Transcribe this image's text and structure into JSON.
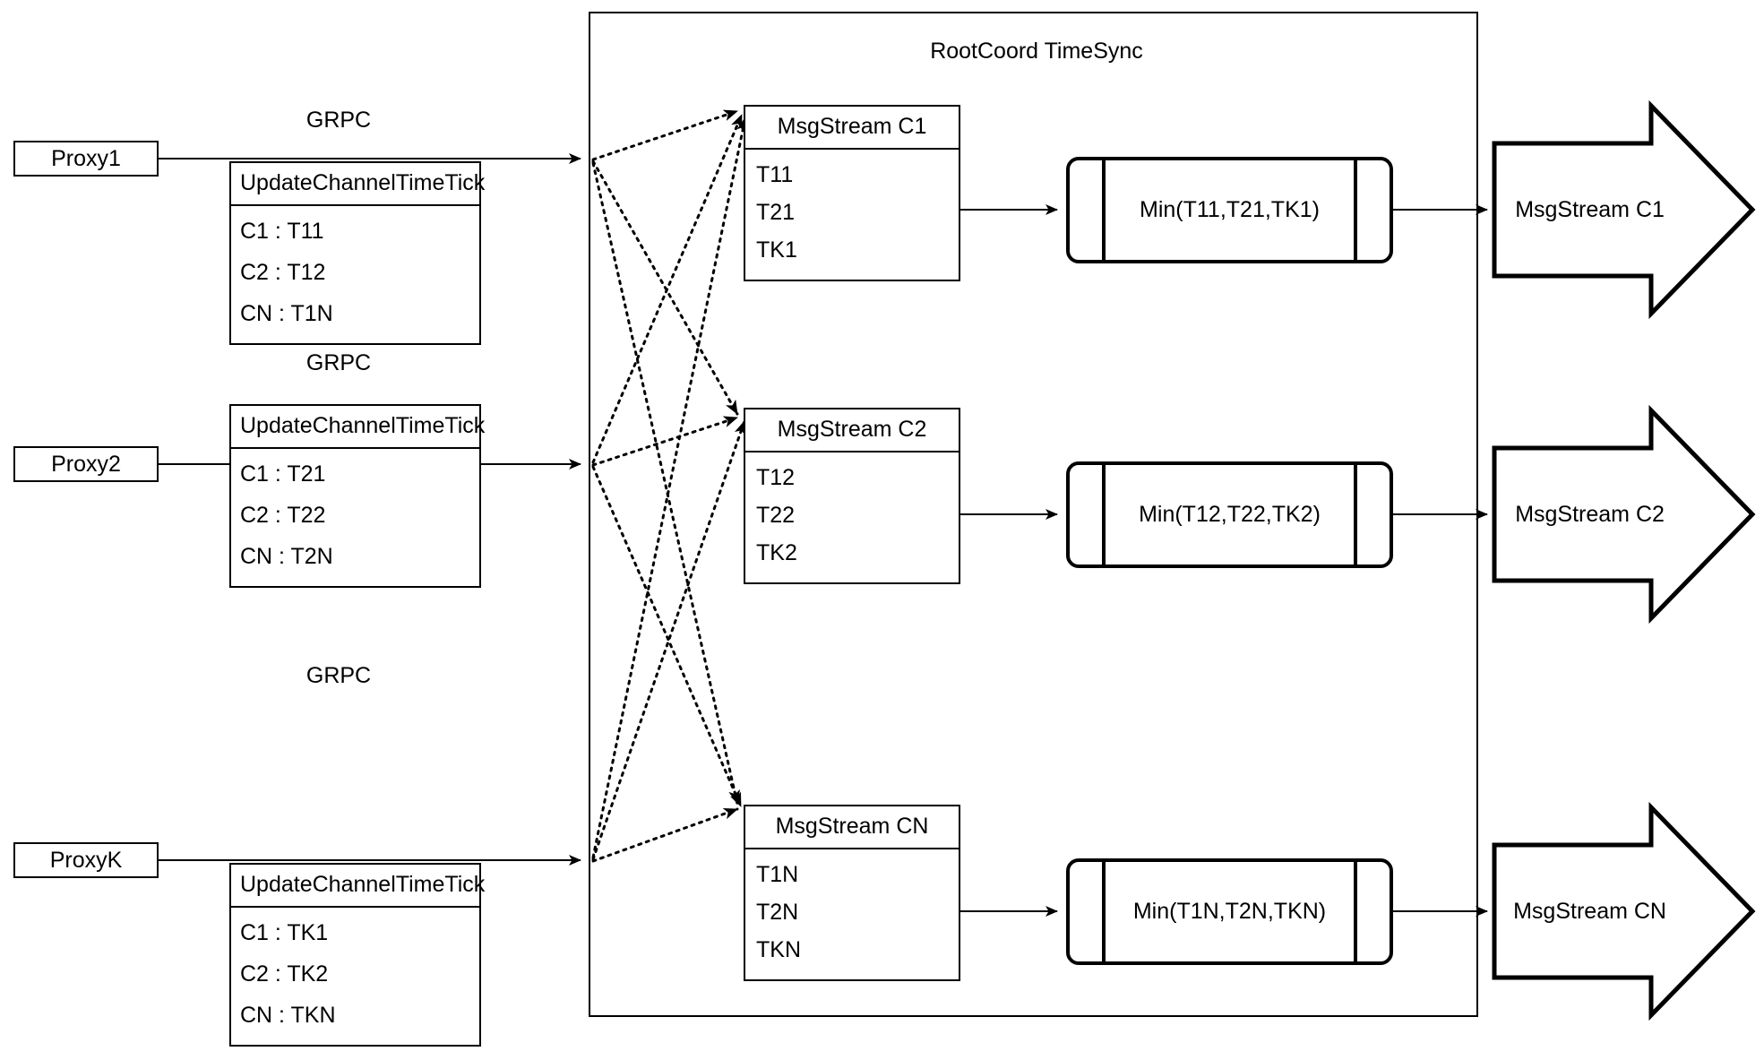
{
  "diagram": {
    "title": "RootCoord TimeSync",
    "container_label": "RootCoord TimeSync",
    "colors": {
      "stroke": "#000000",
      "background": "#ffffff"
    },
    "rows": [
      {
        "proxy": "Proxy1",
        "link_label": "GRPC",
        "request": {
          "name": "UpdateChannelTimeTick",
          "entries": [
            "C1 :  T11",
            "C2 :  T12",
            "CN : T1N"
          ]
        },
        "msgstream": {
          "name": "MsgStream C1",
          "entries": [
            "T11",
            "T21",
            "TK1"
          ]
        },
        "min": "Min(T11,T21,TK1)",
        "output": "MsgStream C1"
      },
      {
        "proxy": "Proxy2",
        "link_label": "GRPC",
        "request": {
          "name": "UpdateChannelTimeTick",
          "entries": [
            "C1 :  T21",
            "C2 :  T22",
            "CN : T2N"
          ]
        },
        "msgstream": {
          "name": "MsgStream C2",
          "entries": [
            "T12",
            "T22",
            "TK2"
          ]
        },
        "min": "Min(T12,T22,TK2)",
        "output": "MsgStream C2"
      },
      {
        "proxy": "ProxyK",
        "link_label": "GRPC",
        "request": {
          "name": "UpdateChannelTimeTick",
          "entries": [
            "C1 :  TK1",
            "C2 :  TK2",
            "CN : TKN"
          ]
        },
        "msgstream": {
          "name": "MsgStream CN",
          "entries": [
            "T1N",
            "T2N",
            "TKN"
          ]
        },
        "min": "Min(T1N,T2N,TKN)",
        "output": "MsgStream CN"
      }
    ]
  }
}
